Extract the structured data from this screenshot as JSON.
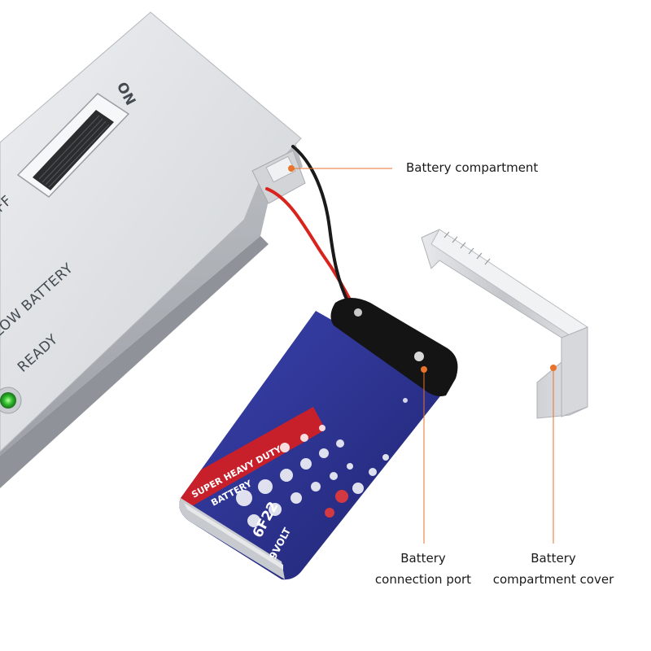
{
  "device": {
    "switch_on_label": "ON",
    "switch_off_label": "OFF",
    "low_battery_label": "LOW BATTERY",
    "ready_label": "READY"
  },
  "battery": {
    "band_line1": "SUPER HEAVY DUTY",
    "band_line2": "BATTERY",
    "model": "6F22",
    "voltage": "9VOLT"
  },
  "callouts": {
    "compartment": "Battery compartment",
    "port_line1": "Battery",
    "port_line2": "connection port",
    "cover_line1": "Battery",
    "cover_line2": "compartment cover"
  },
  "colors": {
    "leader": "#e8732a",
    "battery_body": "#2a2f8f",
    "battery_band": "#c8202b",
    "device": "#d9dbde",
    "led": "#2fbf2f"
  }
}
